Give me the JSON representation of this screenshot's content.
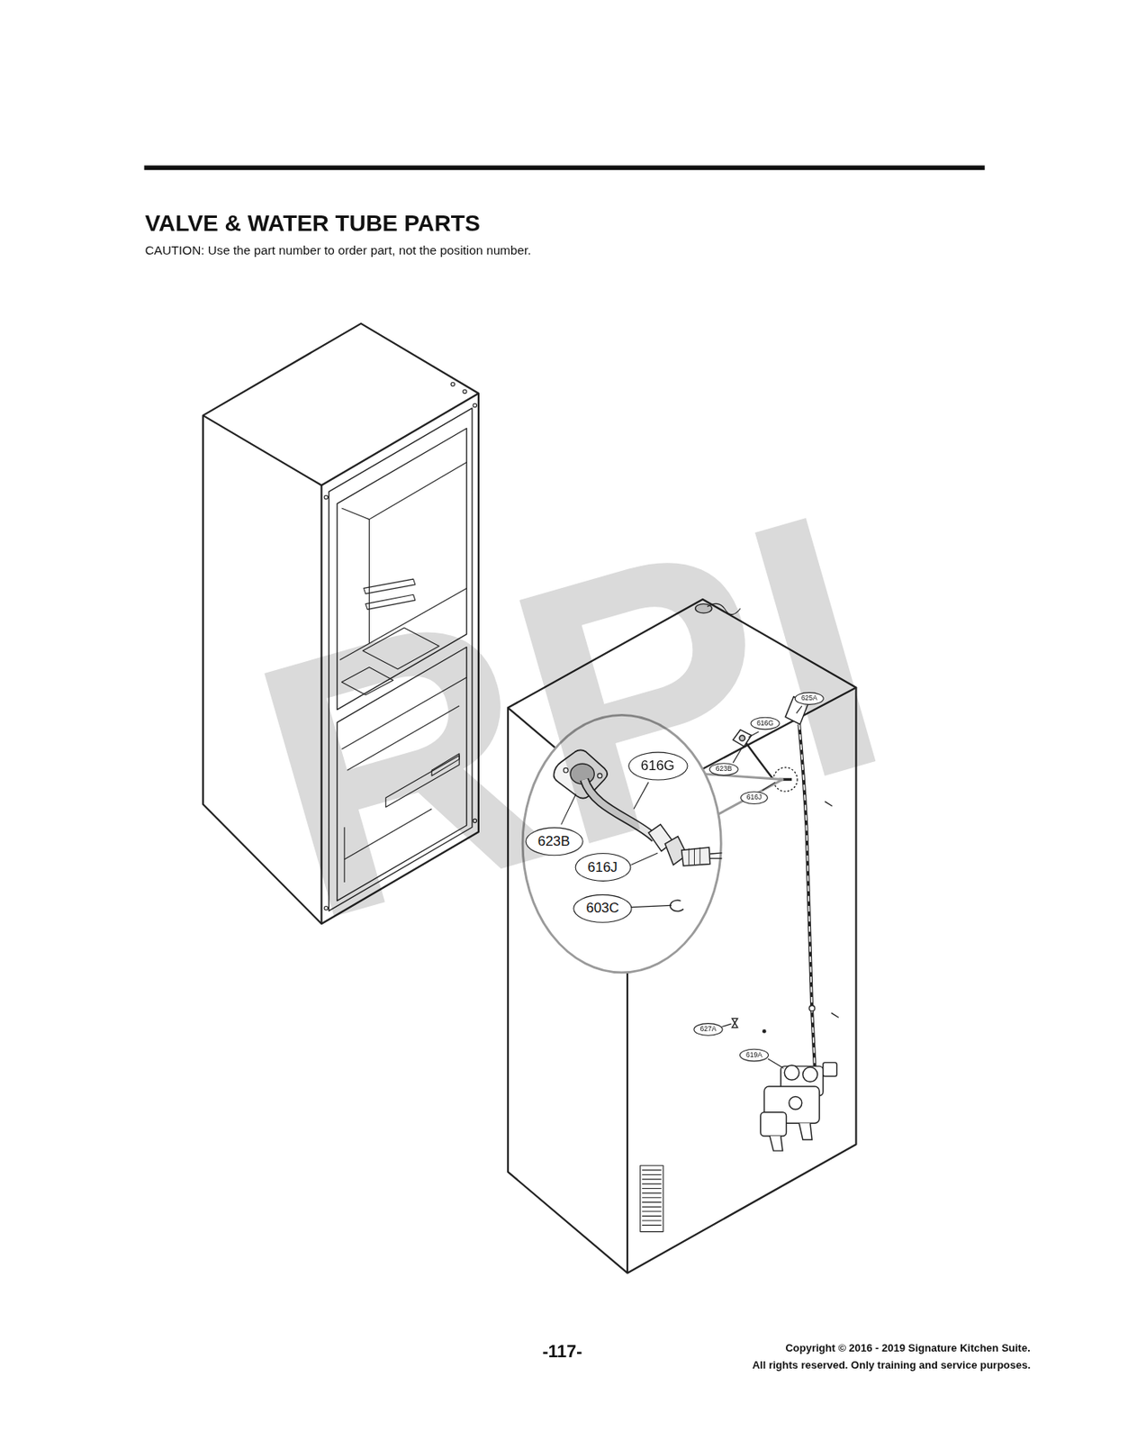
{
  "diagram": {
    "title": "VALVE & WATER TUBE PARTS",
    "nodes": [
      {
        "text": [
          "625A"
        ]
      },
      {
        "text": [
          "616G"
        ]
      },
      {
        "text": [
          "616G"
        ]
      },
      {
        "text": [
          "623B"
        ]
      },
      {
        "text": [
          "616J"
        ]
      },
      {
        "text": [
          "623B"
        ]
      },
      {
        "text": [
          "616J"
        ]
      },
      {
        "text": [
          "603C"
        ]
      },
      {
        "text": [
          "627A"
        ]
      },
      {
        "text": [
          "619A"
        ]
      }
    ],
    "labels": [
      "CAUTION: Use the part number to order part, not the position number.",
      "RPI",
      "-117-",
      "Copyright © 2016 - 2019 Signature Kitchen Suite.",
      "All rights reserved. Only training and service purposes."
    ]
  }
}
